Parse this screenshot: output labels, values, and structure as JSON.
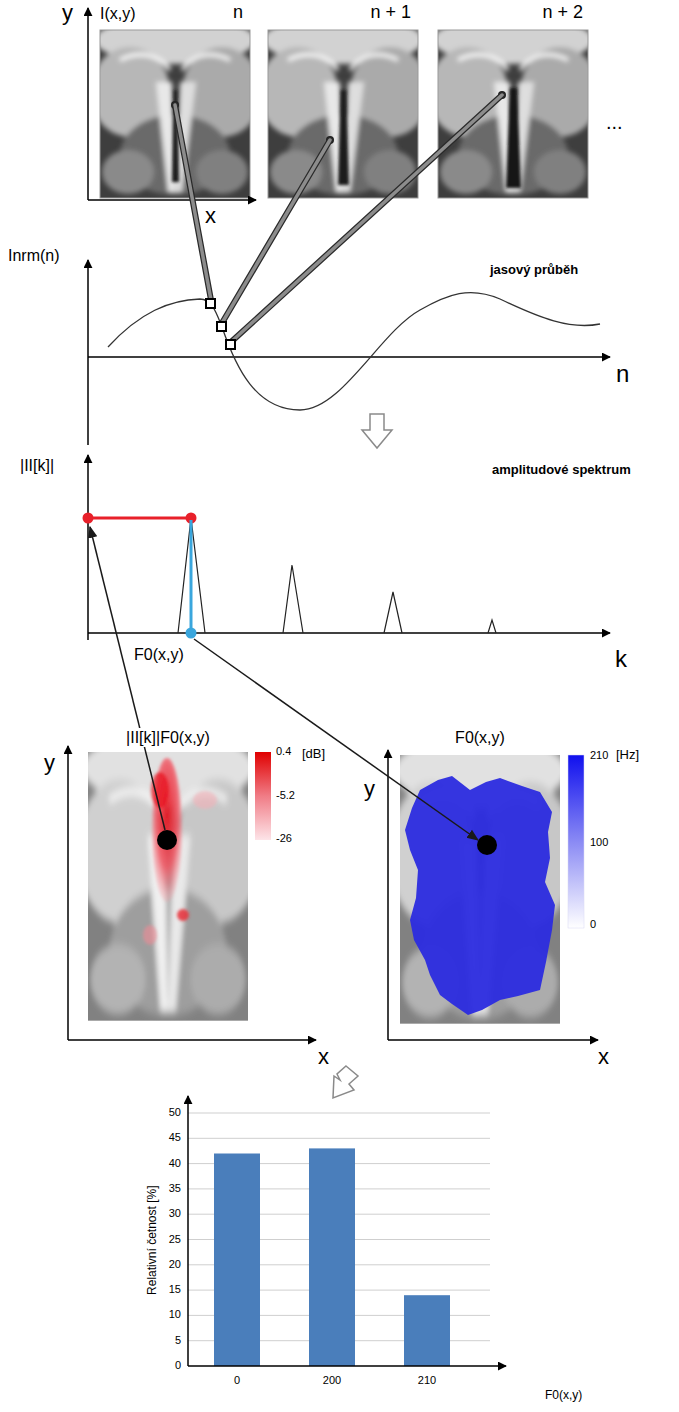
{
  "diagram": {
    "nodes": [
      {
        "text": [
          "n"
        ]
      },
      {
        "text": [
          "n + 1"
        ]
      },
      {
        "text": [
          "n + 2"
        ]
      },
      {
        "text": [
          "|II[k]|F0(x,y)"
        ]
      },
      {
        "text": [
          "F0(x,y)"
        ]
      }
    ],
    "labels": [
      "I(x,y)",
      "y",
      "x",
      "...",
      "Inrm(n)",
      "jasový průběh",
      "n",
      "|II[k]|",
      "amplitudové spektrum",
      "F0(x,y)",
      "k",
      "[dB]",
      "0.4",
      "-5.2",
      "-26",
      "y",
      "x",
      "210",
      "[Hz]",
      "100",
      "0",
      "y",
      "x",
      "50",
      "45",
      "40",
      "35",
      "30",
      "25",
      "20",
      "15",
      "10",
      "5",
      "0",
      "Relativní četnost [%]",
      "0",
      "200",
      "210",
      "F0(x,y)"
    ]
  }
}
